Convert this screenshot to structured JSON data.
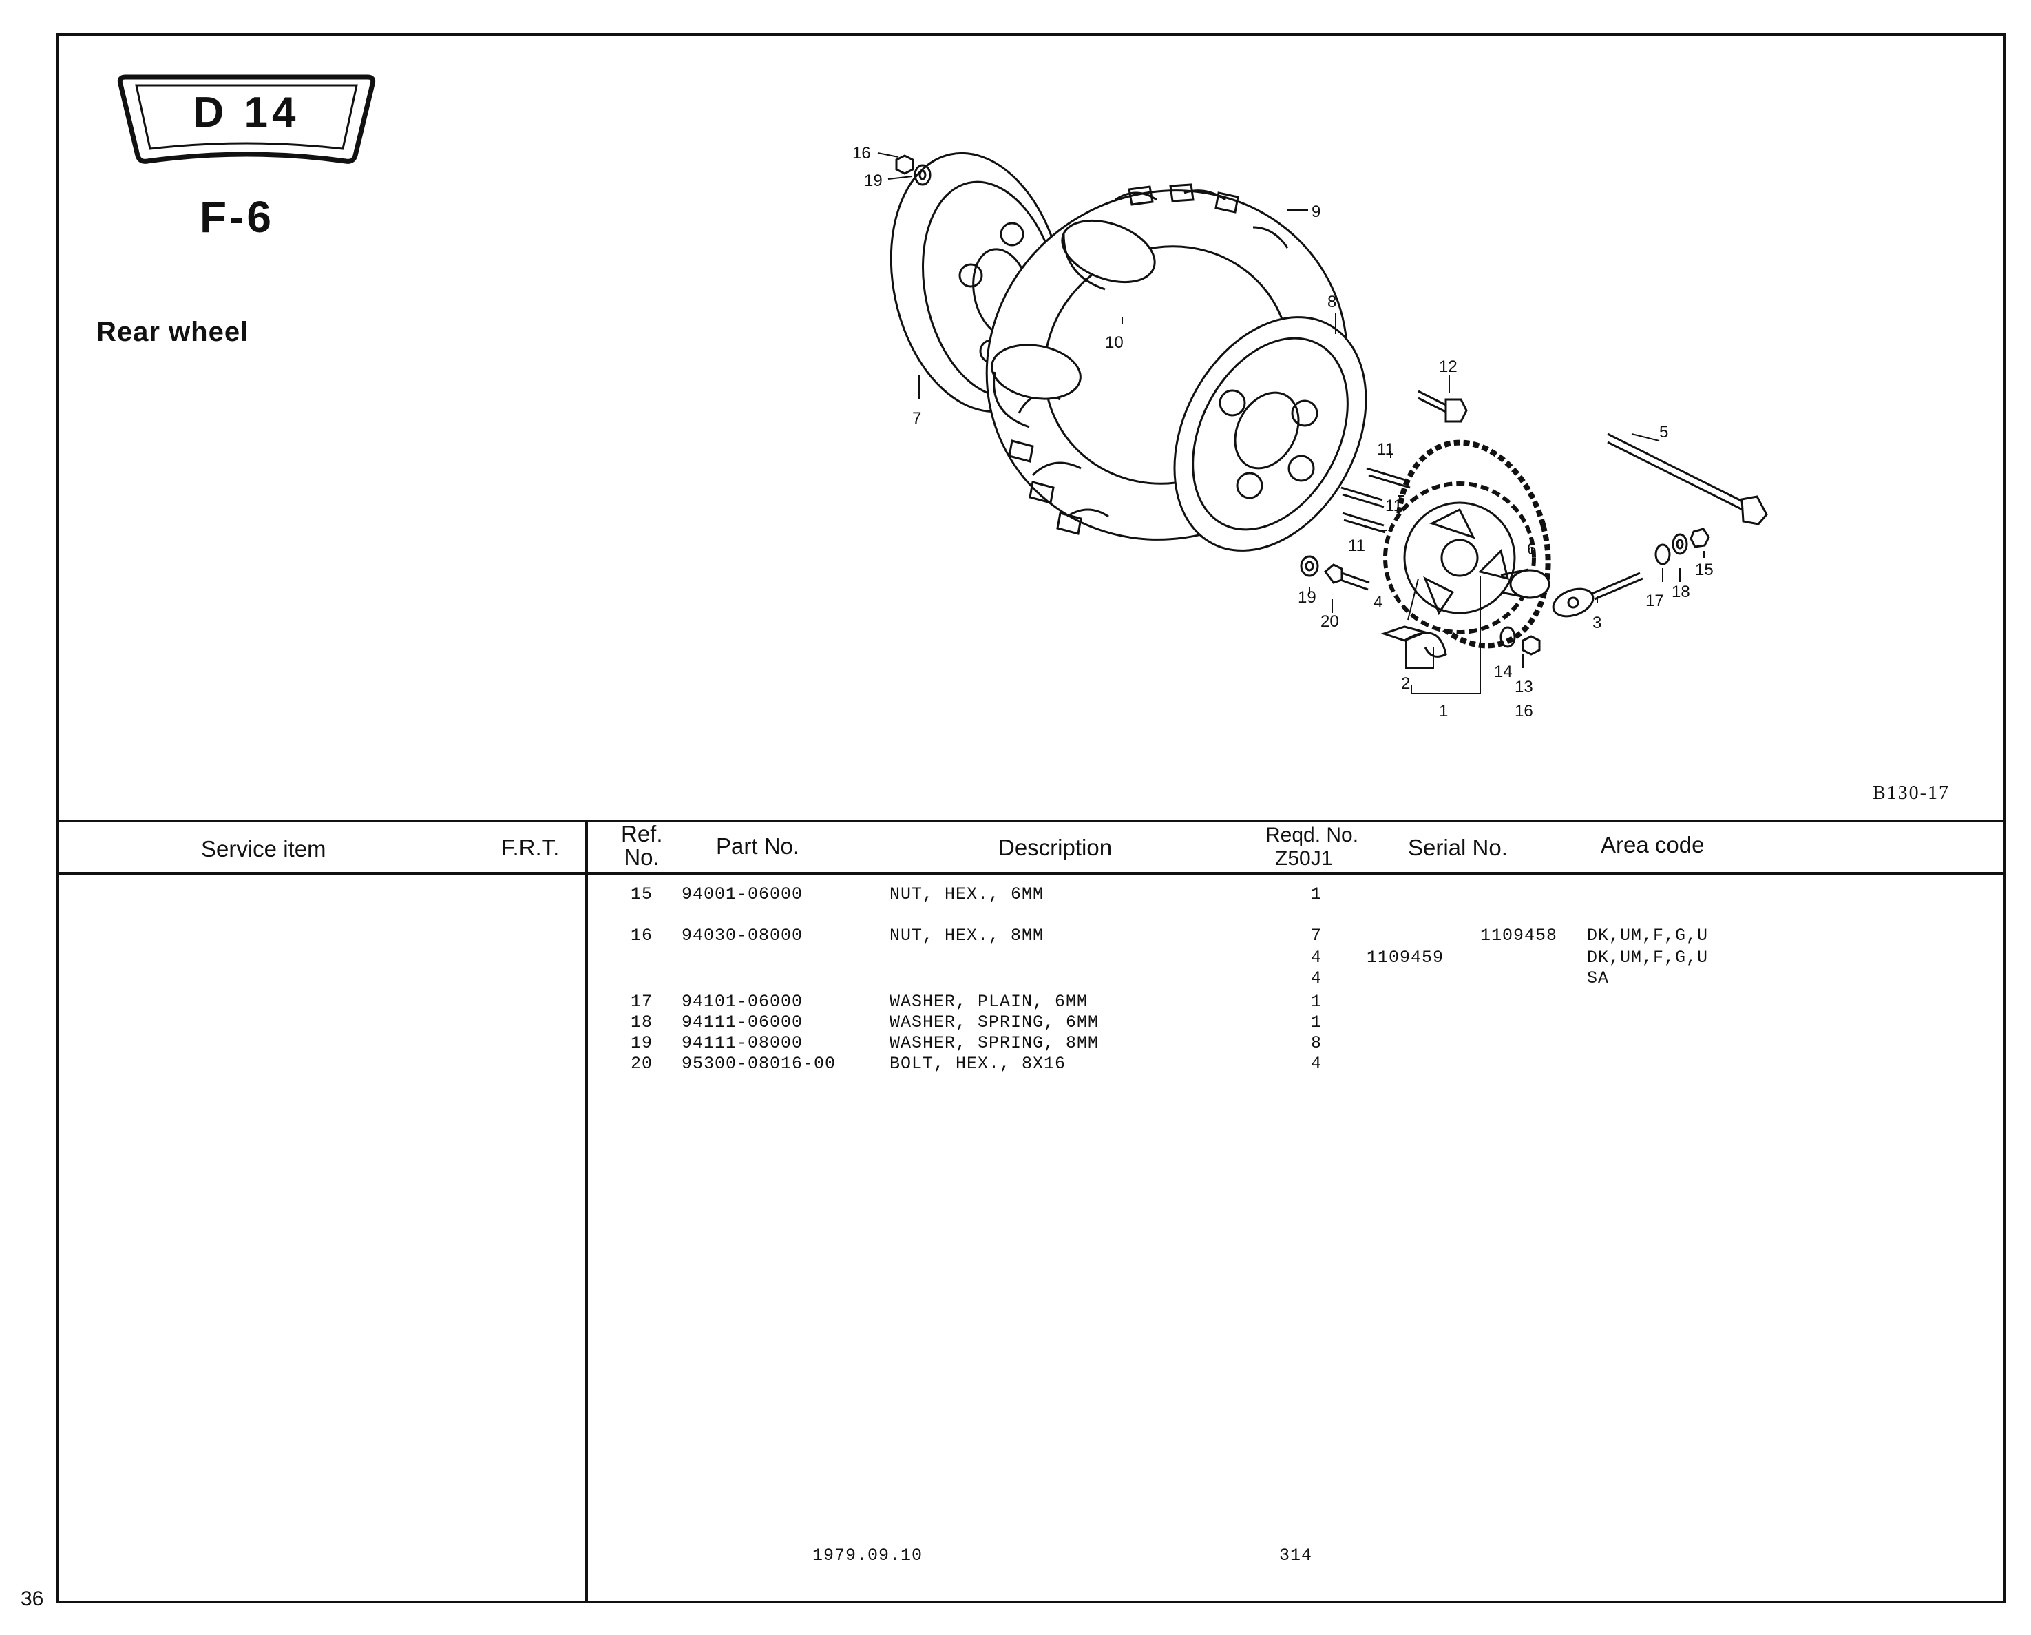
{
  "page": {
    "page_number": "36",
    "section_code": "D 14",
    "fig_code": "F-6",
    "title": "Rear wheel",
    "drawing_code": "B130-17"
  },
  "table": {
    "headers": {
      "service_item": "Service item",
      "frt": "F.R.T.",
      "ref_no": "Ref. No.",
      "part_no": "Part No.",
      "description": "Description",
      "reqd_no": "Reqd. No.",
      "model": "Z50J1",
      "serial_no": "Serial No.",
      "area_code": "Area code"
    },
    "rows": [
      {
        "ref": "15",
        "part": "94001-06000",
        "desc": "NUT, HEX., 6MM",
        "qty": "1",
        "serial_from": "",
        "serial_to": "",
        "area": ""
      },
      {
        "ref": "16",
        "part": "94030-08000",
        "desc": "NUT, HEX., 8MM",
        "qty": "7",
        "serial_from": "",
        "serial_to": "1109458",
        "area": "DK,UM,F,G,U"
      },
      {
        "ref": "",
        "part": "",
        "desc": "",
        "qty": "4",
        "serial_from": "1109459",
        "serial_to": "",
        "area": "DK,UM,F,G,U"
      },
      {
        "ref": "",
        "part": "",
        "desc": "",
        "qty": "4",
        "serial_from": "",
        "serial_to": "",
        "area": "SA"
      },
      {
        "ref": "17",
        "part": "94101-06000",
        "desc": "WASHER, PLAIN, 6MM",
        "qty": "1",
        "serial_from": "",
        "serial_to": "",
        "area": ""
      },
      {
        "ref": "18",
        "part": "94111-06000",
        "desc": "WASHER, SPRING, 6MM",
        "qty": "1",
        "serial_from": "",
        "serial_to": "",
        "area": ""
      },
      {
        "ref": "19",
        "part": "94111-08000",
        "desc": "WASHER, SPRING, 8MM",
        "qty": "8",
        "serial_from": "",
        "serial_to": "",
        "area": ""
      },
      {
        "ref": "20",
        "part": "95300-08016-00",
        "desc": "BOLT, HEX., 8X16",
        "qty": "4",
        "serial_from": "",
        "serial_to": "",
        "area": ""
      }
    ],
    "footer_date": "1979.09.10",
    "footer_code": "314"
  },
  "callouts": {
    "c16a": "16",
    "c19a": "19",
    "c9": "9",
    "c8": "8",
    "c10": "10",
    "c7": "7",
    "c12": "12",
    "c5": "5",
    "c11a": "11",
    "c11b": "11",
    "c11c": "11",
    "c6": "6",
    "c15": "15",
    "c18": "18",
    "c17": "17",
    "c3": "3",
    "c19b": "19",
    "c20": "20",
    "c4": "4",
    "c2": "2",
    "c14": "14",
    "c13": "13",
    "c16b": "16",
    "c1": "1"
  }
}
